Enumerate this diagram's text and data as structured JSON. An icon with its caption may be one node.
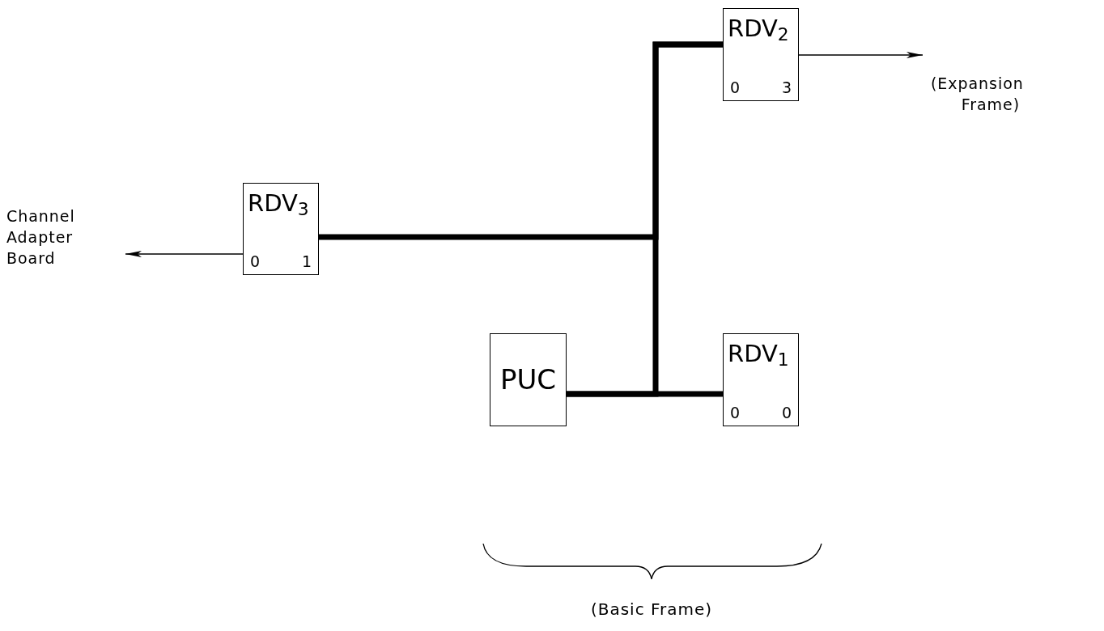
{
  "diagram": {
    "nodes": [
      {
        "text": [
          "RDV$_{2}$",
          "0",
          "3"
        ]
      },
      {
        "text": [
          "(Expansion Frame)"
        ]
      },
      {
        "text": [
          "Channel Adapter Board"
        ]
      },
      {
        "text": [
          "RDV$_{3}$",
          "0",
          "1"
        ]
      },
      {
        "text": [
          "PUC"
        ]
      },
      {
        "text": [
          "RDV$_{1}$",
          "0",
          "0"
        ]
      }
    ],
    "edges": [
      {
        "from": 4,
        "to": 5,
        "arrow": "none"
      },
      {
        "from": 4,
        "to": 0,
        "arrow": "none"
      },
      {
        "from": 3,
        "to": 0,
        "arrow": "none"
      },
      {
        "from": 0,
        "to": 1,
        "arrow": "to"
      },
      {
        "from": 3,
        "to": 2,
        "arrow": "to"
      }
    ],
    "labels": [
      "(Basic Frame)"
    ]
  }
}
